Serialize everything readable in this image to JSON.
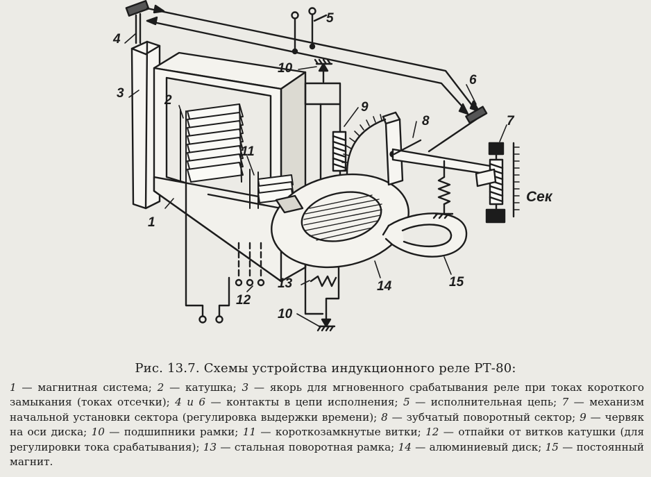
{
  "figure": {
    "caption": "Рис. 13.7. Схемы устройства индукционного реле РТ-80:",
    "unit_label": "Сек",
    "legend": [
      {
        "num": "1",
        "text": "магнитная система;"
      },
      {
        "num": "2",
        "text": "катушка;"
      },
      {
        "num": "3",
        "text": "якорь для мгновенного срабатывания реле при токах короткого замыкания (токах отсечки);"
      },
      {
        "num": "4 и 6",
        "text": "контакты в цепи исполнения;"
      },
      {
        "num": "5",
        "text": "исполнительная цепь;"
      },
      {
        "num": "7",
        "text": "механизм начальной установки сектора (регулировка выдержки времени);"
      },
      {
        "num": "8",
        "text": "зубчатый поворотный сектор;"
      },
      {
        "num": "9",
        "text": "червяк на оси диска;"
      },
      {
        "num": "10",
        "text": "подшипники рамки;"
      },
      {
        "num": "11",
        "text": "короткозамкнутые витки;"
      },
      {
        "num": "12",
        "text": "отпайки от витков катушки (для регулировки тока срабатывания);"
      },
      {
        "num": "13",
        "text": "стальная поворотная рамка;"
      },
      {
        "num": "14",
        "text": "алюминиевый диск;"
      },
      {
        "num": "15",
        "text": "постоянный магнит."
      }
    ],
    "callouts": [
      "1",
      "2",
      "3",
      "4",
      "5",
      "6",
      "7",
      "8",
      "9",
      "10",
      "10",
      "11",
      "12",
      "13",
      "14",
      "15"
    ]
  }
}
